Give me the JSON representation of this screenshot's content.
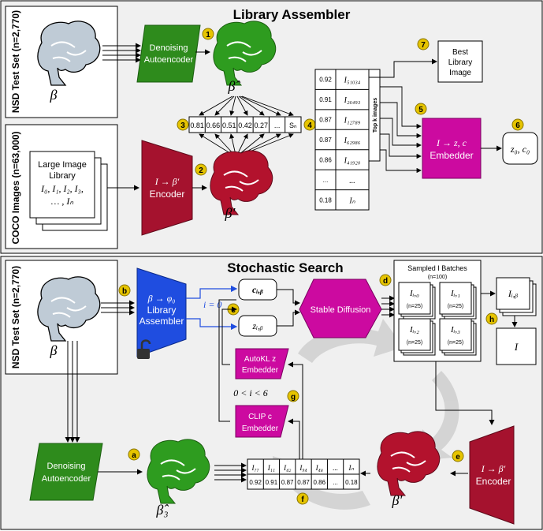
{
  "top": {
    "title": "Library Assembler",
    "nsd_label": "NSD Test Set (n=2,770)",
    "coco_label": "COCO Images (n=63,000)",
    "beta": "β",
    "beta_hat": "β̂",
    "beta_prime": "β′",
    "denoise_line1": "Denoising",
    "denoise_line2": "Autoencoder",
    "encoder_eq": "I → β′",
    "encoder_label": "Encoder",
    "library_line1": "Large Image",
    "library_line2": "Library",
    "library_line3": "I₀, I₁, I₂, I₃,",
    "library_line4": "… , Iₙ",
    "scores": [
      "0.81",
      "0.66",
      "0.51",
      "0.42",
      "0.27",
      "...",
      "Sₙ"
    ],
    "ranked_scores": [
      "0.92",
      "0.91",
      "0.87",
      "0.87",
      "0.86",
      "...",
      "0.18"
    ],
    "ranked_images": [
      "I₅₁₀₃₄",
      "I₂₆₄₉₃",
      "I₁₂₇₈₉",
      "I₆₂₉₈₆",
      "I₄₁₉₂₀",
      "...",
      "Iₙ"
    ],
    "topk": "Top k images",
    "best_line1": "Best",
    "best_line2": "Library",
    "best_line3": "Image",
    "embedder_eq": "I → z, c",
    "embedder_label": "Embedder",
    "output": "z₀, c₀",
    "steps": [
      "1",
      "2",
      "3",
      "4",
      "5",
      "6",
      "7"
    ]
  },
  "bottom": {
    "title": "Stochastic Search",
    "nsd_label": "NSD Test Set (n=2,770)",
    "beta": "β",
    "beta3": "β̂₃",
    "beta_prime": "β′",
    "assembler_eq": "β → φ₀",
    "assembler_line1": "Library",
    "assembler_line2": "Assembler",
    "i_zero": "i = 0",
    "c_ib": "cᵢ,ᵦ",
    "z_ib": "zᵢ,ᵦ",
    "stable": "Stable Diffusion",
    "autokl_line1": "AutoKL z",
    "autokl_line2": "Embedder",
    "clip_line1": "CLIP c",
    "clip_line2": "Embedder",
    "loop_cond": "0 < i < 6",
    "sampled_title": "Sampled I Batches",
    "sampled_n": "(n=100)",
    "batches": [
      {
        "label": "Iᵢ,₀",
        "n": "(n=25)"
      },
      {
        "label": "Iᵢ,₁",
        "n": "(n=25)"
      },
      {
        "label": "Iᵢ,₂",
        "n": "(n=25)"
      },
      {
        "label": "Iᵢ,₃",
        "n": "(n=25)"
      }
    ],
    "best_batch": "Iᵢ,ᵦ",
    "final_image": "I",
    "denoise_line1": "Denoising",
    "denoise_line2": "Autoencoder",
    "encoder_eq": "I → β′",
    "encoder_label": "Encoder",
    "table_images": [
      "I₇₇",
      "I₁₁",
      "I₄₂",
      "I₉₄",
      "I₄₈",
      "...",
      "Iₙ"
    ],
    "table_scores": [
      "0.92",
      "0.91",
      "0.87",
      "0.87",
      "0.86",
      "...",
      "0.18"
    ],
    "steps": [
      "a",
      "b",
      "c",
      "d",
      "e",
      "f",
      "g",
      "h"
    ]
  },
  "colors": {
    "green": "#2e8b1c",
    "crimson": "#a5122e",
    "magenta": "#cc0aa0",
    "blue": "#1f4de0",
    "badge": "#e6c400",
    "brain_gray": "#bfcbd6"
  }
}
